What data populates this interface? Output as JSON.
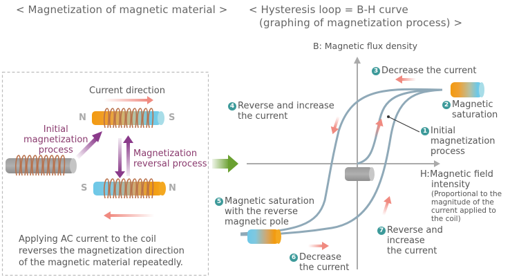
{
  "left_panel": {
    "title": "< Magnetization of magnetic material >",
    "current_direction_label": "Current direction",
    "initial_label": [
      "Initial",
      "magnetization",
      "process"
    ],
    "reversal_label": [
      "Magnetization",
      "reversal process"
    ],
    "top_coil": {
      "left_pole": "N",
      "right_pole": "S"
    },
    "bottom_coil": {
      "left_pole": "S",
      "right_pole": "N"
    },
    "caption": [
      "Applying AC current to the coil",
      "reverses the magnetization direction",
      "of the magnetic material repeatedly."
    ]
  },
  "right_panel": {
    "title_line1": "< Hysteresis loop = B-H curve",
    "title_line2": "(graphing of magnetization process) >",
    "b_axis_label": "B: Magnetic flux density",
    "h_axis_label": [
      "HːMagnetic field",
      "intensity"
    ],
    "h_axis_note": [
      "(Proportional to the",
      "magnitude of the",
      "current applied to",
      "the coil)"
    ],
    "steps": [
      {
        "num": "1",
        "lines": [
          "Initial",
          "magnetization",
          "process"
        ]
      },
      {
        "num": "2",
        "lines": [
          "Magnetic",
          "saturation"
        ]
      },
      {
        "num": "3",
        "lines": [
          "Decrease the current"
        ]
      },
      {
        "num": "4",
        "lines": [
          "Reverse and increase",
          "the current"
        ]
      },
      {
        "num": "5",
        "lines": [
          "Magnetic saturation",
          "with the reverse",
          "magnetic pole"
        ]
      },
      {
        "num": "6",
        "lines": [
          "Decrease",
          "the current"
        ]
      },
      {
        "num": "7",
        "lines": [
          "Reverse and",
          "increase",
          "the current"
        ]
      }
    ]
  },
  "colors": {
    "loop": "#8fa9b8",
    "axis": "#aaaaaa",
    "arrow_pink": "#f08a80",
    "arrow_purple": "#8a3a8a",
    "arrow_green": "#6aa030",
    "badge": "#3d9a9a",
    "coil_wire": "#b8704a",
    "orange": "#f29a10",
    "blue": "#6cc8e8",
    "grey_rod": "#a0a0a0"
  }
}
